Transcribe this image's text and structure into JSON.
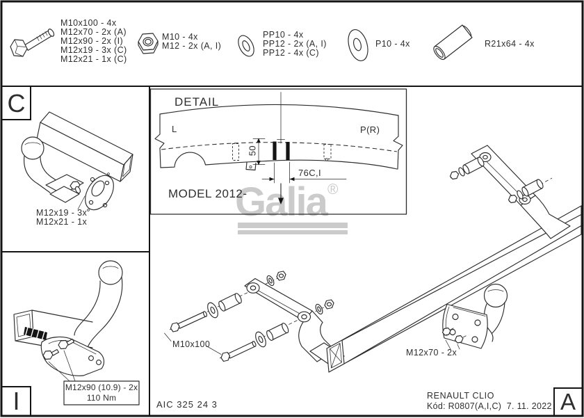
{
  "page": {
    "line_color": "#2b2b2b",
    "logo_color": "#cbcbcb"
  },
  "legend": {
    "bolt": {
      "icon": "hex-bolt",
      "lines": [
        "M10x100 - 4x",
        "M12x70 - 2x (A)",
        "M12x90 - 2x (I)",
        "M12x19 - 3x (C)",
        "M12x21 - 1x (C)"
      ]
    },
    "nut": {
      "icon": "hex-nut",
      "lines": [
        "M10 - 4x",
        "M12 - 2x (A, I)"
      ]
    },
    "spring_washer": {
      "icon": "spring-washer",
      "lines": [
        "PP10 - 4x",
        "PP12 - 2x (A, I)",
        "PP12 - 4x (C)"
      ]
    },
    "flat_washer": {
      "icon": "flat-washer",
      "lines": [
        "P10 - 4x"
      ]
    },
    "sleeve": {
      "icon": "spacer-sleeve",
      "lines": [
        "R21x64 - 4x"
      ]
    }
  },
  "panel_c": {
    "corner": "C",
    "label_line1": "M12x19 - 3x",
    "label_line2": "M12x21 - 1x"
  },
  "panel_i": {
    "corner": "I",
    "box_line1": "M12x90 (10.9) - 2x",
    "box_line2": "110 Nm"
  },
  "detail": {
    "title": "DETAIL",
    "left_mark": "L",
    "right_mark": "P(R)",
    "dim_vertical": "50",
    "dim_horizontal": "76C,I",
    "model_note": "MODEL 2012-"
  },
  "logo": {
    "brand": "Galia",
    "registered": "®"
  },
  "main_drawing": {
    "bolt_label": "M10x100",
    "ball_bolt_label": "M12x70 - 2x"
  },
  "footer": {
    "doc_number": "AIC 325 24 3",
    "vehicle": "RENAULT CLIO",
    "code_line": "Kód: R0807(A,I,C)  7. 11. 2022",
    "revision": "A"
  }
}
